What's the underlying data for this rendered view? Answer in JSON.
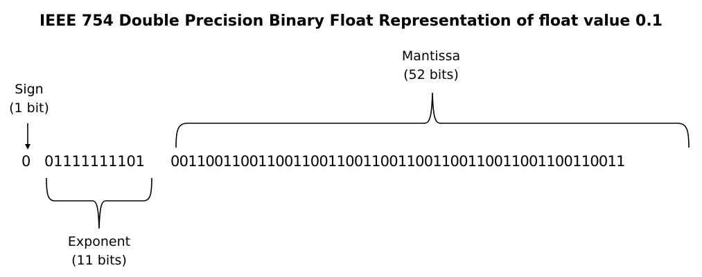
{
  "title": "IEEE 754 Double Precision Binary Float Representation of float value 0.1",
  "sign": {
    "name": "Sign",
    "size": "(1 bit)",
    "bits": "0"
  },
  "exponent": {
    "name": "Exponent",
    "size": "(11 bits)",
    "bits": "01111111101"
  },
  "mantissa": {
    "name": "Mantissa",
    "size": "(52 bits)",
    "bits": "0011001100110011001100110011001100110011001100110011"
  }
}
